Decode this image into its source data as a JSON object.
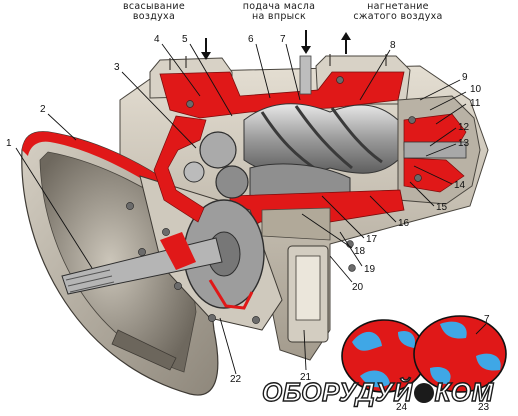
{
  "headers": {
    "intake": [
      "всасывание",
      "воздуха"
    ],
    "oil_feed": [
      "подача",
      "масла",
      "на впрыск"
    ],
    "discharge": [
      "нагнетание",
      "сжатого воздуха"
    ]
  },
  "callouts": [
    "1",
    "2",
    "3",
    "4",
    "5",
    "6",
    "7",
    "8",
    "9",
    "10",
    "11",
    "12",
    "13",
    "14",
    "15",
    "16",
    "17",
    "18",
    "19",
    "20",
    "21",
    "22",
    "23",
    "24"
  ],
  "inset_callouts": {
    "top": "7",
    "bottom_left": "24",
    "bottom_right": "23"
  },
  "watermark": {
    "left": "ОБОРУДУЙ",
    "right": "КОМ"
  },
  "colors": {
    "housing": "#c9c2b3",
    "housing_dark": "#8a8378",
    "oil_section": "#e01818",
    "metal": "#b8b8b8",
    "inset_blue": "#3fa7e6",
    "background": "#ffffff"
  }
}
